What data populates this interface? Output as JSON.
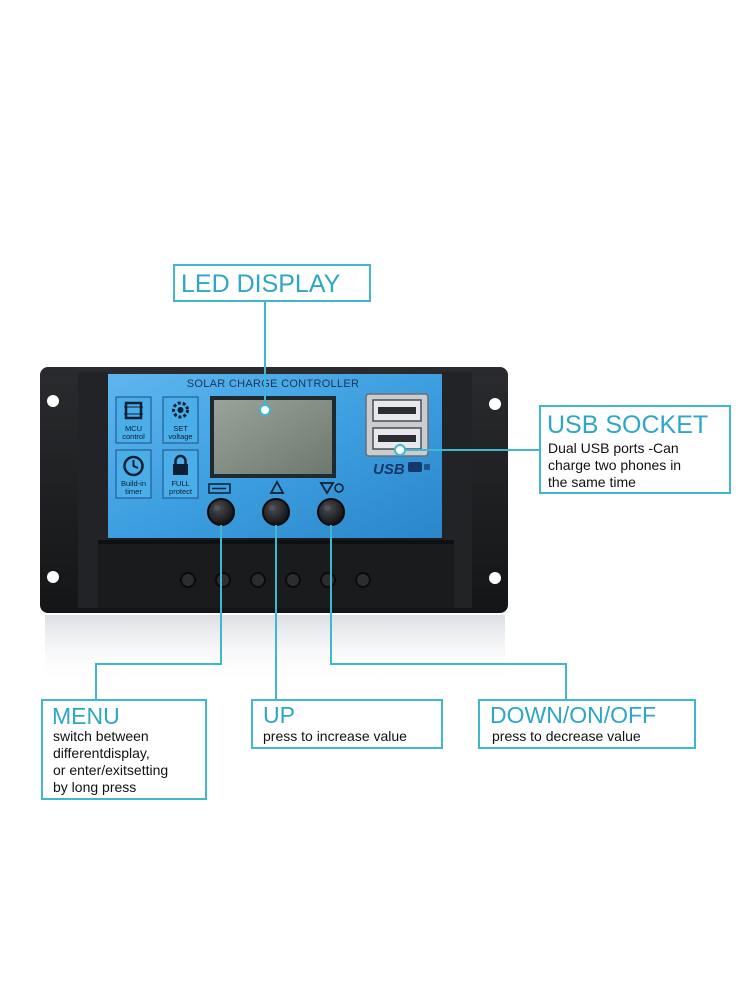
{
  "device": {
    "panel_title": "SOLAR CHARGE CONTROLLER",
    "features": [
      {
        "label_1": "MCU",
        "label_2": "control",
        "icon": "chip-icon"
      },
      {
        "label_1": "SET",
        "label_2": "voltage",
        "icon": "gear-icon"
      },
      {
        "label_1": "Build-in",
        "label_2": "timer",
        "icon": "clock-icon"
      },
      {
        "label_1": "FULL",
        "label_2": "protect",
        "icon": "lock-icon"
      }
    ],
    "usb_logo": "USB"
  },
  "callouts": {
    "led_display": {
      "title": "LED DISPLAY"
    },
    "usb_socket": {
      "title": "USB SOCKET",
      "desc_1": "Dual USB ports -Can",
      "desc_2": "charge two phones in",
      "desc_3": "the same time"
    },
    "menu": {
      "title": "MENU",
      "desc_1": "switch between",
      "desc_2": "differentdisplay,",
      "desc_3": "or enter/exitsetting",
      "desc_4": "by long press"
    },
    "up": {
      "title": "UP",
      "desc_1": "press to increase value"
    },
    "down": {
      "title": "DOWN/ON/OFF",
      "desc_1": "press to decrease value"
    }
  },
  "colors": {
    "accent": "#41b6cf",
    "panel_blue": "#3d9fe0",
    "housing": "#1b1c1e"
  }
}
